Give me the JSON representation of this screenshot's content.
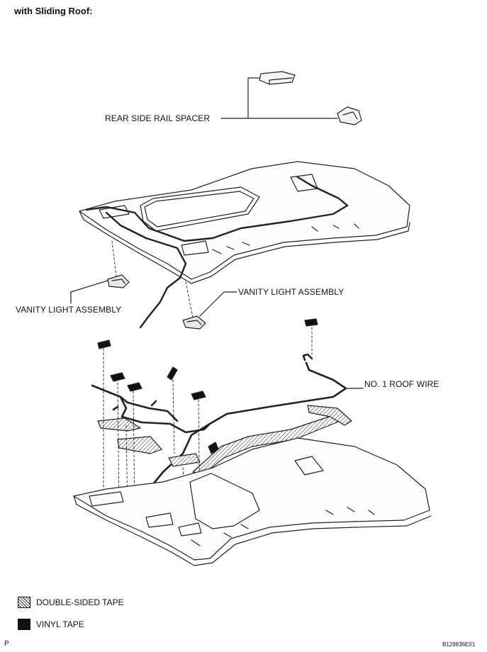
{
  "header": {
    "title": "with Sliding Roof:"
  },
  "labels": {
    "rear_side_rail_spacer": "REAR SIDE RAIL SPACER",
    "vanity_light_left": "VANITY LIGHT ASSEMBLY",
    "vanity_light_right": "VANITY LIGHT ASSEMBLY",
    "no1_roof_wire": "NO. 1 ROOF WIRE"
  },
  "legend": {
    "double_sided_tape": "DOUBLE-SIDED TAPE",
    "vinyl_tape": "VINYL TAPE"
  },
  "footer": {
    "corner_left": "P",
    "figure_id": "B129836E01"
  }
}
